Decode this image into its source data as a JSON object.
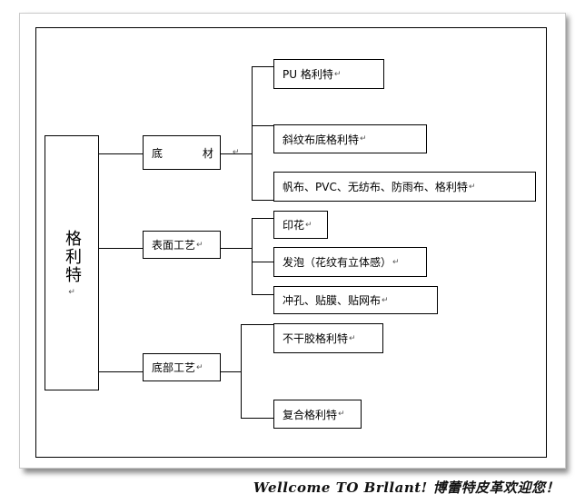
{
  "diagram": {
    "root": {
      "label": "格利特",
      "mark": "↵"
    },
    "branches": [
      {
        "label": "底 材",
        "mark": "↵",
        "children": [
          {
            "label": "PU 格利特",
            "mark": "↵"
          },
          {
            "label": "斜纹布底格利特",
            "mark": "↵"
          },
          {
            "label": "帆布、PVC、无纺布、防雨布、格利特",
            "mark": "↵"
          }
        ]
      },
      {
        "label": "表面工艺",
        "mark": "↵",
        "children": [
          {
            "label": "印花",
            "mark": "↵"
          },
          {
            "label": "发泡（花纹有立体感）",
            "mark": "↵"
          },
          {
            "label": "冲孔、贴膜、贴网布",
            "mark": "↵"
          }
        ]
      },
      {
        "label": "底部工艺",
        "mark": "↵",
        "children": [
          {
            "label": "不干胶格利特",
            "mark": "↵"
          },
          {
            "label": "复合格利特",
            "mark": "↵"
          }
        ]
      }
    ]
  },
  "banner": {
    "text": "Wellcome TO Brllant!  博蕾特皮革欢迎您！"
  },
  "colors": {
    "line": "#000000",
    "shadow": "#8c8c8c"
  }
}
